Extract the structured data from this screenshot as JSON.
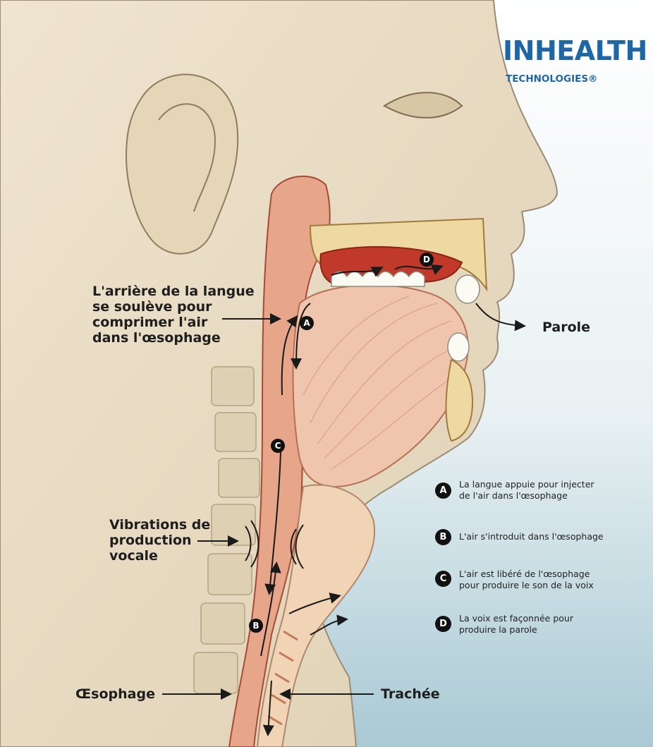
{
  "logo": {
    "name": "INHEALTH",
    "sub": "TECHNOLOGIES®"
  },
  "labels": {
    "tongue": [
      "L'arrière de la langue",
      "se soulève pour",
      "comprimer l'air",
      "dans l'œsophage"
    ],
    "speech": "Parole",
    "vibrations": [
      "Vibrations de",
      "production",
      "vocale"
    ],
    "esophagus": "Œsophage",
    "trachea": "Trachée"
  },
  "markers": {
    "a": "A",
    "b": "B",
    "c": "C",
    "d": "D"
  },
  "legend": [
    {
      "key": "A",
      "lines": [
        "La langue appuie pour injecter",
        "de l'air dans l'œsophage"
      ]
    },
    {
      "key": "B",
      "lines": [
        "L'air s'introduit dans l'œsophage"
      ]
    },
    {
      "key": "C",
      "lines": [
        "L'air est libéré de l'œsophage",
        "pour produire le son de la voix"
      ]
    },
    {
      "key": "D",
      "lines": [
        "La voix est façonnée pour",
        "produire la parole"
      ]
    }
  ],
  "colors": {
    "logo": "#1f66a6",
    "skin": "#e8dcc4",
    "tissue": "#e7a58a",
    "cavity": "#c0392b",
    "bone": "#eed9a2",
    "bg_top": "#ffffff",
    "bg_bottom": "#a9c9d4"
  }
}
